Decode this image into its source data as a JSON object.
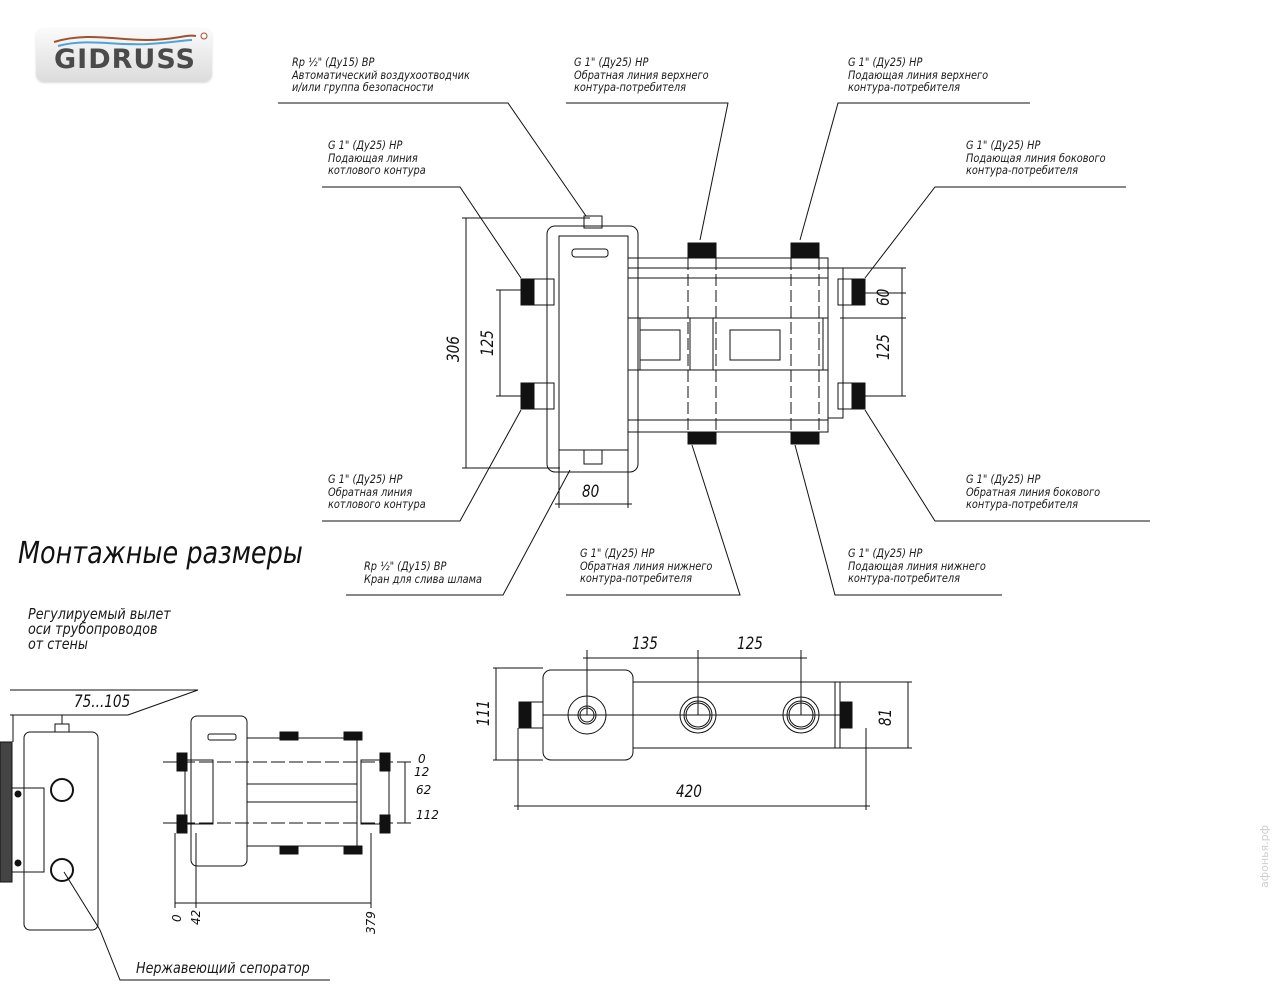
{
  "logo": {
    "text": "GIDRUSS",
    "registered": "®",
    "wave_colors": [
      "#a0522d",
      "#4fa3d9"
    ]
  },
  "section_title": "Монтажные размеры",
  "callouts": {
    "air_vent": [
      "Rp ½\" (Ду15) ВР",
      "Автоматический воздухоотводчик",
      "и/или группа безопасности"
    ],
    "upper_return": [
      "G 1\" (Ду25) НР",
      "Обратная линия верхнего",
      "контура-потребителя"
    ],
    "upper_supply": [
      "G 1\" (Ду25) НР",
      "Подающая линия верхнего",
      "контура-потребителя"
    ],
    "boiler_supply": [
      "G 1\" (Ду25) НР",
      "Подающая линия",
      "котлового контура"
    ],
    "side_supply": [
      "G 1\" (Ду25) НР",
      "Подающая линия бокового",
      "контура-потребителя"
    ],
    "boiler_return": [
      "G 1\" (Ду25) НР",
      "Обратная линия",
      "котлового контура"
    ],
    "side_return": [
      "G 1\" (Ду25) НР",
      "Обратная линия бокового",
      "контура-потребителя"
    ],
    "drain": [
      "Rp ½\" (Ду15) ВР",
      "Кран для слива шлама"
    ],
    "lower_return": [
      "G 1\" (Ду25) НР",
      "Обратная линия нижнего",
      "контура-потребителя"
    ],
    "lower_supply": [
      "G 1\" (Ду25) НР",
      "Подающая линия нижнего",
      "контура-потребителя"
    ],
    "wall_offset": [
      "Регулируемый вылет",
      "оси трубопроводов",
      "от стены"
    ],
    "separator": [
      "Нержавеющий сепоратор"
    ]
  },
  "dimensions": {
    "front": {
      "height_total": "306",
      "left_spacing": "125",
      "right_top": "60",
      "right_spacing": "125",
      "bottom_width": "80"
    },
    "top": {
      "d1": "135",
      "d2": "125",
      "height_left": "111",
      "height_right": "81",
      "length": "420"
    },
    "side": {
      "offset": "75...105"
    },
    "mount": {
      "a0": "0",
      "a1": "12",
      "a2": "62",
      "a3": "112",
      "b0": "0",
      "b1": "42",
      "b2": "379"
    }
  },
  "watermark": "афонья.рф"
}
